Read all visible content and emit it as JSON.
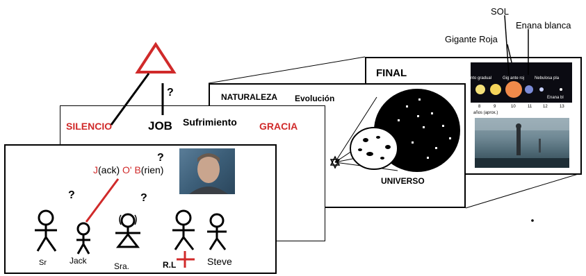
{
  "colors": {
    "accent_red": "#d02a2a",
    "ink": "#000000"
  },
  "top": {
    "sol": "SOL",
    "enana_blanca": "Enana blanca",
    "gigante_roja": "Gigante Roja",
    "question": "?"
  },
  "panel_final": {
    "title": "FINAL",
    "chart_labels": {
      "gradual": "nto gradual",
      "gigante": "Gig ante roj",
      "nebulosa": "Nebulosa pla",
      "enana": "Enana bl",
      "axis_note": "años (aprox.)",
      "ticks": [
        "8",
        "9",
        "10",
        "11",
        "12",
        "13"
      ]
    }
  },
  "panel_naturaleza": {
    "title": "NATURALEZA",
    "subtitle": "Evolución",
    "universe_label": "UNIVERSO"
  },
  "panel_job": {
    "silencio": "SILENCIO",
    "job": "JOB",
    "sufrimiento": "Sufrimiento",
    "gracia": "GRACIA"
  },
  "panel_family": {
    "jackobrien": {
      "j": "J",
      "ack": "(ack) ",
      "o": "O' ",
      "b": "B",
      "rien": "(rien)"
    },
    "question": "?",
    "figures": {
      "sr": "Sr",
      "jack": "Jack",
      "sra": "Sra.",
      "rl": "R.L",
      "steve": "Steve"
    }
  }
}
